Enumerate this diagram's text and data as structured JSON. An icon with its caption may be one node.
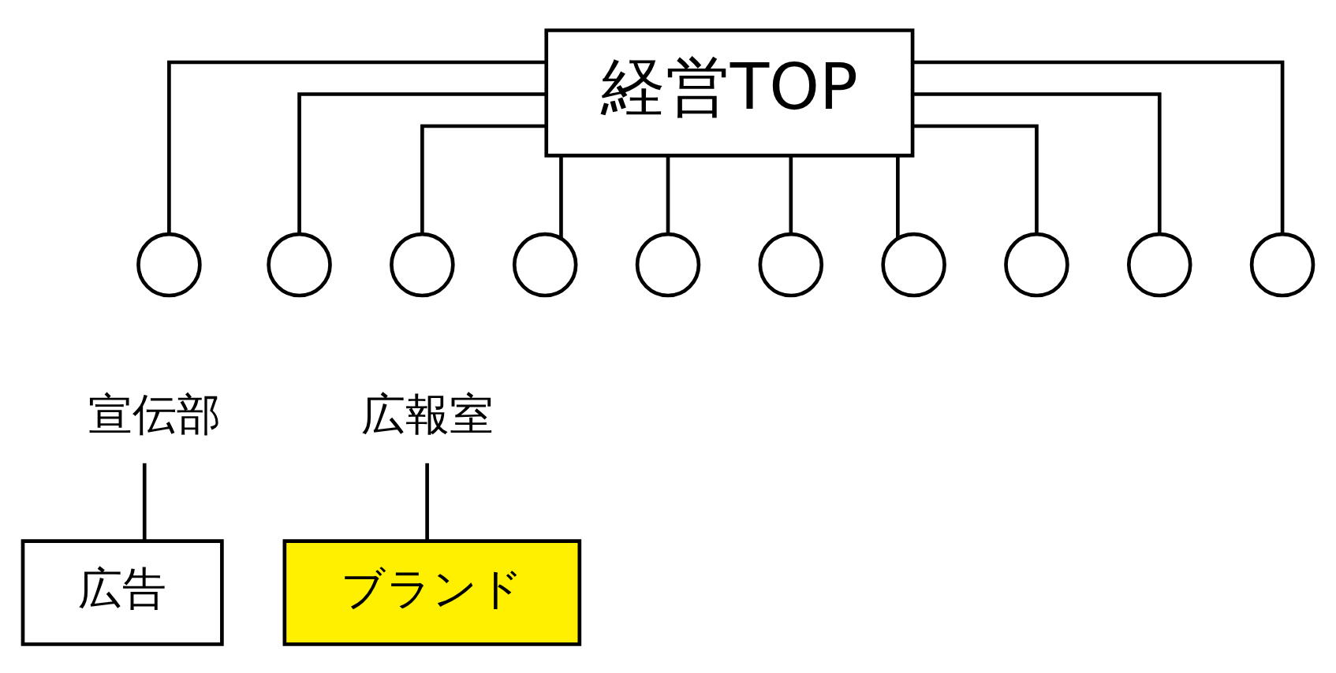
{
  "diagram": {
    "nodes": [
      {
        "text": [
          "経営TOP"
        ]
      },
      {
        "text": [],
        "shape": "circle"
      },
      {
        "text": [],
        "shape": "circle"
      },
      {
        "text": [],
        "shape": "circle"
      },
      {
        "text": [],
        "shape": "circle"
      },
      {
        "text": [],
        "shape": "circle"
      },
      {
        "text": [],
        "shape": "circle"
      },
      {
        "text": [],
        "shape": "circle"
      },
      {
        "text": [],
        "shape": "circle"
      },
      {
        "text": [],
        "shape": "circle"
      },
      {
        "text": [],
        "shape": "circle"
      },
      {
        "text": [
          "宣伝部"
        ]
      },
      {
        "text": [
          "広報室"
        ]
      },
      {
        "text": [
          "広告"
        ]
      },
      {
        "text": [
          "ブランド"
        ]
      }
    ],
    "edges": [
      {
        "from": 0,
        "to": 1,
        "arrow": "none"
      },
      {
        "from": 0,
        "to": 2,
        "arrow": "none"
      },
      {
        "from": 0,
        "to": 3,
        "arrow": "none"
      },
      {
        "from": 0,
        "to": 4,
        "arrow": "none"
      },
      {
        "from": 0,
        "to": 5,
        "arrow": "none"
      },
      {
        "from": 0,
        "to": 6,
        "arrow": "none"
      },
      {
        "from": 0,
        "to": 7,
        "arrow": "none"
      },
      {
        "from": 0,
        "to": 8,
        "arrow": "none"
      },
      {
        "from": 0,
        "to": 9,
        "arrow": "none"
      },
      {
        "from": 0,
        "to": 10,
        "arrow": "none"
      },
      {
        "from": 11,
        "to": 13,
        "arrow": "none"
      },
      {
        "from": 12,
        "to": 14,
        "arrow": "none"
      }
    ]
  }
}
